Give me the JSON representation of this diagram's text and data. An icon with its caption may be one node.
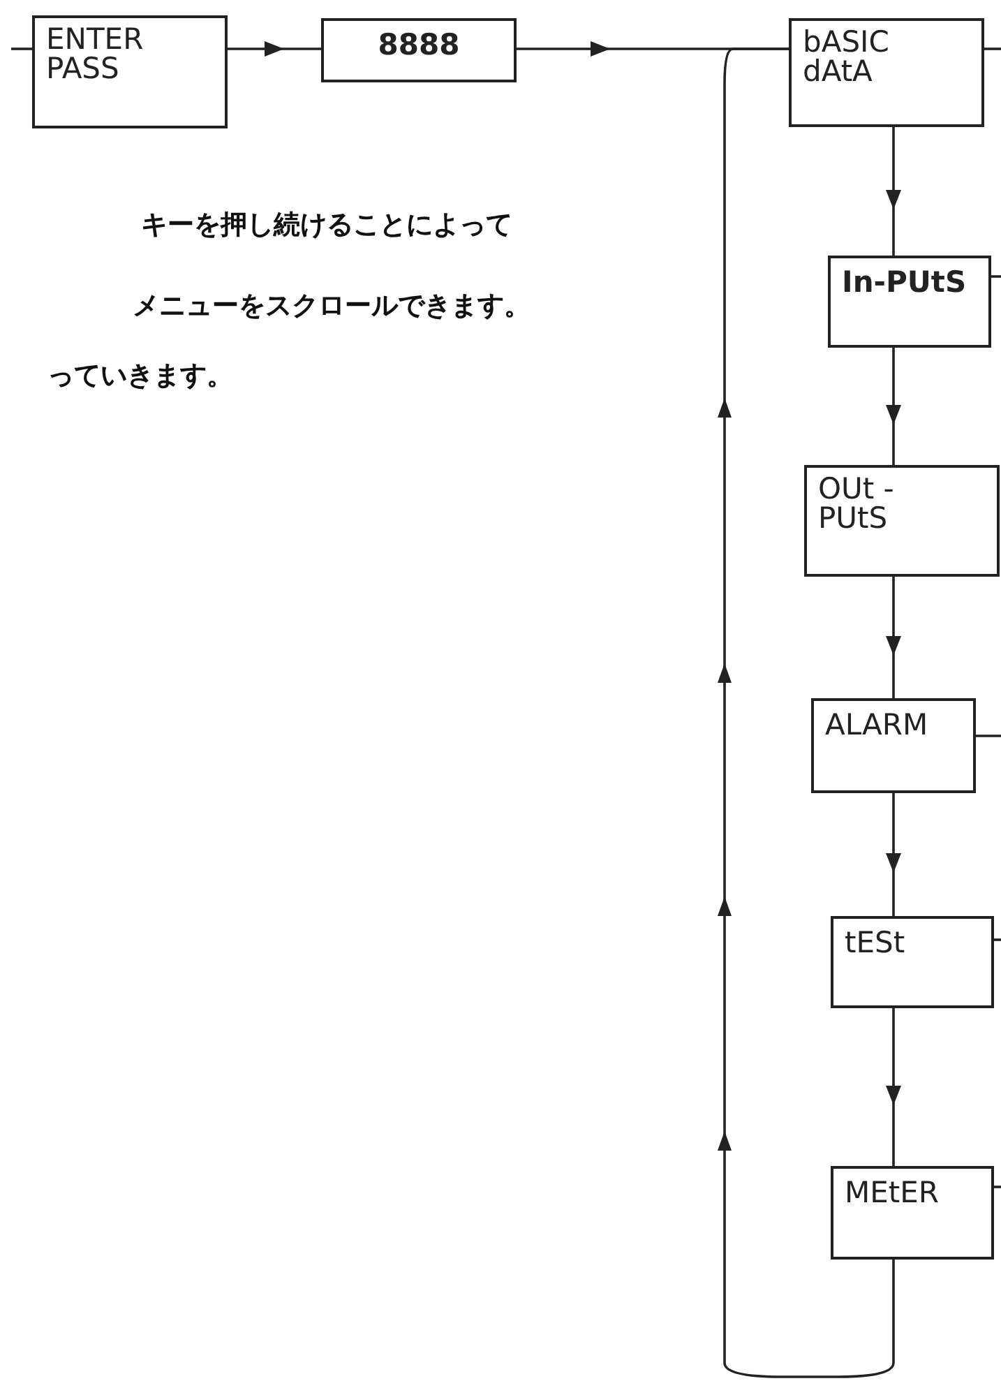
{
  "diagram": {
    "nodes": [
      {
        "text": [
          "ENTER PASS"
        ]
      },
      {
        "text": [
          "8888"
        ]
      },
      {
        "text": [
          "bASIC dAtA"
        ]
      },
      {
        "text": [
          "In-PUtS"
        ]
      },
      {
        "text": [
          "OUt - PUtS"
        ]
      },
      {
        "text": [
          "ALARM"
        ]
      },
      {
        "text": [
          "tESt"
        ]
      },
      {
        "text": [
          "MEtER"
        ]
      }
    ],
    "edges": [
      {
        "from": null,
        "to": 0,
        "arrow": "none"
      },
      {
        "from": 0,
        "to": 1,
        "arrow": "to"
      },
      {
        "from": 1,
        "to": 2,
        "arrow": "to"
      },
      {
        "from": 2,
        "to": 3,
        "arrow": "to"
      },
      {
        "from": 3,
        "to": 4,
        "arrow": "to"
      },
      {
        "from": 4,
        "to": 5,
        "arrow": "to"
      },
      {
        "from": 5,
        "to": 6,
        "arrow": "to"
      },
      {
        "from": 6,
        "to": 7,
        "arrow": "to"
      },
      {
        "from": 7,
        "to": 2,
        "arrow": "to"
      },
      {
        "from": 2,
        "to": null,
        "arrow": "none"
      },
      {
        "from": 3,
        "to": null,
        "arrow": "none"
      },
      {
        "from": 5,
        "to": null,
        "arrow": "none"
      },
      {
        "from": 6,
        "to": null,
        "arrow": "none"
      },
      {
        "from": 7,
        "to": null,
        "arrow": "none"
      }
    ],
    "labels": [
      "キーを押し続けることによって",
      "メニューをスクロールできます。",
      "っていきます。"
    ]
  }
}
